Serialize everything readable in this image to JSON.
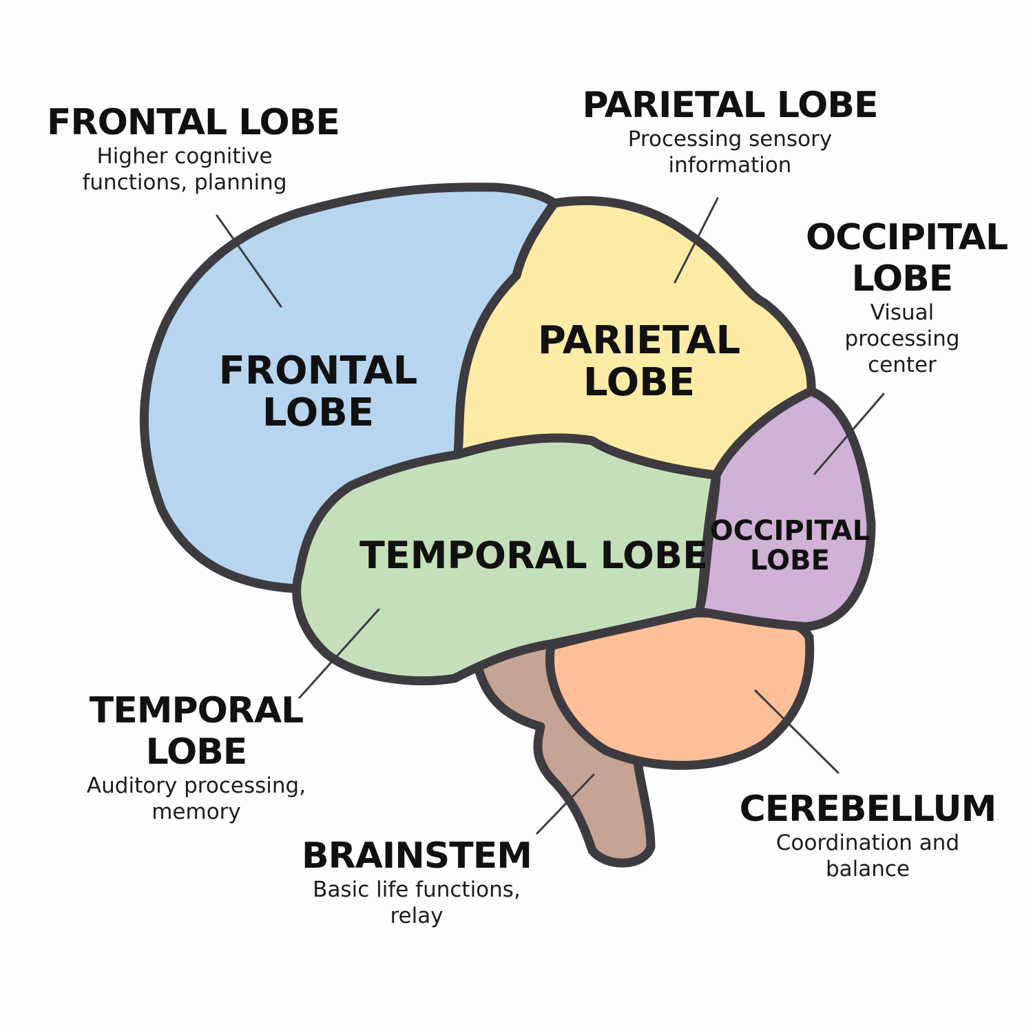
{
  "colors": {
    "frontal": "#b7d5ef",
    "parietal": "#fbeba5",
    "temporal": "#c6dfbb",
    "occipital": "#cfb2d6",
    "cerebellum": "#fdbf98",
    "brainstem": "#c5a496",
    "outline": "#3d3b40"
  },
  "regions": {
    "frontal": {
      "inner_line1": "FRONTAL",
      "inner_line2": "LOBE"
    },
    "parietal": {
      "inner_line1": "PARIETAL",
      "inner_line2": "LOBE"
    },
    "temporal": {
      "inner_line1": "TEMPORAL LOBE"
    },
    "occipital": {
      "inner_line1": "OCCIPITAL",
      "inner_line2": "LOBE"
    },
    "cerebellum": {},
    "brainstem": {}
  },
  "callouts": {
    "frontal": {
      "title_line1": "FRONTAL LOBE",
      "desc_line1": "Higher cognitive",
      "desc_line2": "functions, planning"
    },
    "parietal": {
      "title_line1": "PARIETAL LOBE",
      "desc_line1": "Processing sensory",
      "desc_line2": "information"
    },
    "occipital": {
      "title_line1": "OCCIPITAL",
      "title_line2": "LOBE",
      "desc_line1": "Visual",
      "desc_line2": "processing",
      "desc_line3": "center"
    },
    "temporal": {
      "title_line1": "TEMPORAL",
      "title_line2": "LOBE",
      "desc_line1": "Auditory processing,",
      "desc_line2": "memory"
    },
    "brainstem": {
      "title_line1": "BRAINSTEM",
      "desc_line1": "Basic life functions,",
      "desc_line2": "relay"
    },
    "cerebellum": {
      "title_line1": "CEREBELLUM",
      "desc_line1": "Coordination and",
      "desc_line2": "balance"
    }
  }
}
